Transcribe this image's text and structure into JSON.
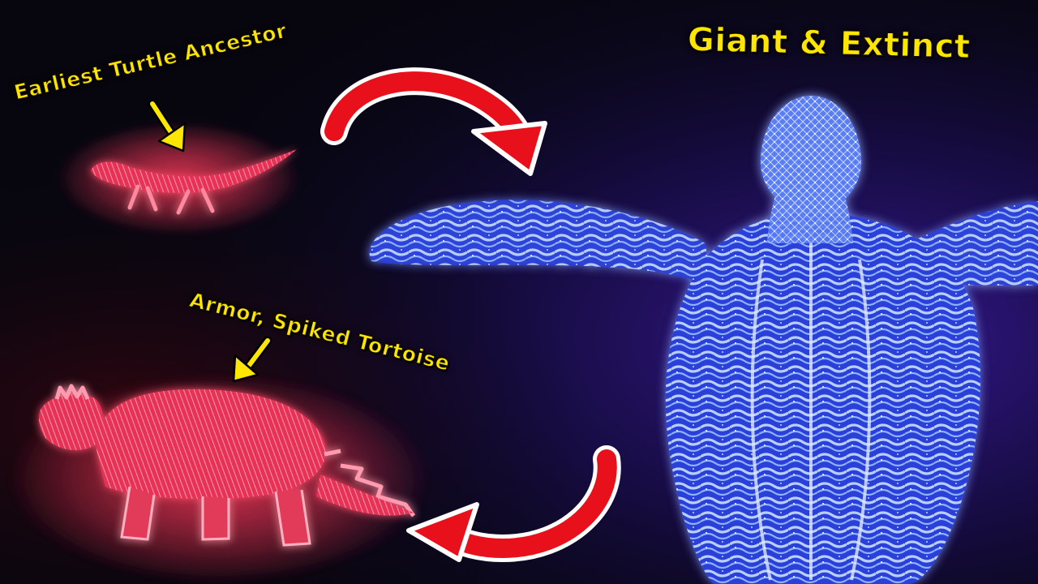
{
  "labels": {
    "title": "Giant & Extinct",
    "ancestor": "Earliest Turtle Ancestor",
    "tortoise": "Armor, Spiked Tortoise"
  },
  "colors": {
    "label_text": "#ffe600",
    "curved_arrow": "#e8111b",
    "arrow_outline": "#ffffff",
    "hologram_red": "#ff4d6a",
    "hologram_blue": "#6fa0ff",
    "background": "#07060f"
  },
  "icons": {
    "pointer": "arrow-down-right-icon",
    "transition": "curved-arrow-icon"
  }
}
